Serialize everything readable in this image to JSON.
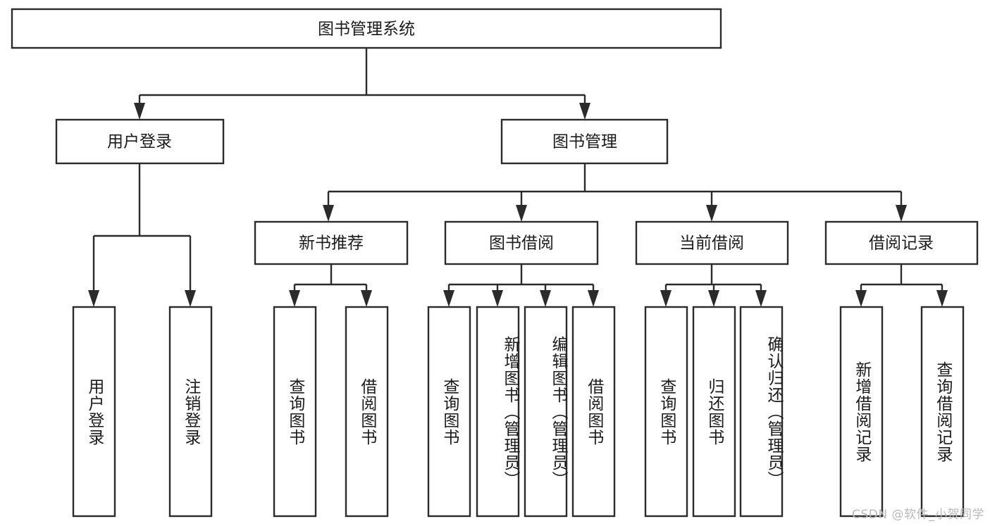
{
  "diagram": {
    "title": "图书管理系统",
    "type": "hierarchy-tree",
    "colors": {
      "box_stroke": "#2b2b2b",
      "box_fill": "#ffffff",
      "text": "#1b1b1b",
      "watermark": "#b9b9b9",
      "background": "#ffffff"
    },
    "root": {
      "label": "图书管理系统"
    },
    "level2": [
      {
        "label": "用户登录"
      },
      {
        "label": "图书管理"
      }
    ],
    "level3": [
      {
        "label": "新书推荐"
      },
      {
        "label": "图书借阅"
      },
      {
        "label": "当前借阅"
      },
      {
        "label": "借阅记录"
      }
    ],
    "leaves": {
      "user_login": [
        {
          "label": "用户登录"
        },
        {
          "label": "注销登录"
        }
      ],
      "new_book_recommend": [
        {
          "label": "查询图书"
        },
        {
          "label": "借阅图书"
        }
      ],
      "book_borrow": [
        {
          "label": "查询图书"
        },
        {
          "label": "新增图书（管理员）"
        },
        {
          "label": "编辑图书（管理员）"
        },
        {
          "label": "借阅图书"
        }
      ],
      "current_borrow": [
        {
          "label": "查询图书"
        },
        {
          "label": "归还图书"
        },
        {
          "label": "确认归还（管理员）"
        }
      ],
      "borrow_record": [
        {
          "label": "新增借阅记录"
        },
        {
          "label": "查询借阅记录"
        }
      ]
    }
  },
  "watermark": {
    "text": "CSDN @软件_小贺同学"
  }
}
